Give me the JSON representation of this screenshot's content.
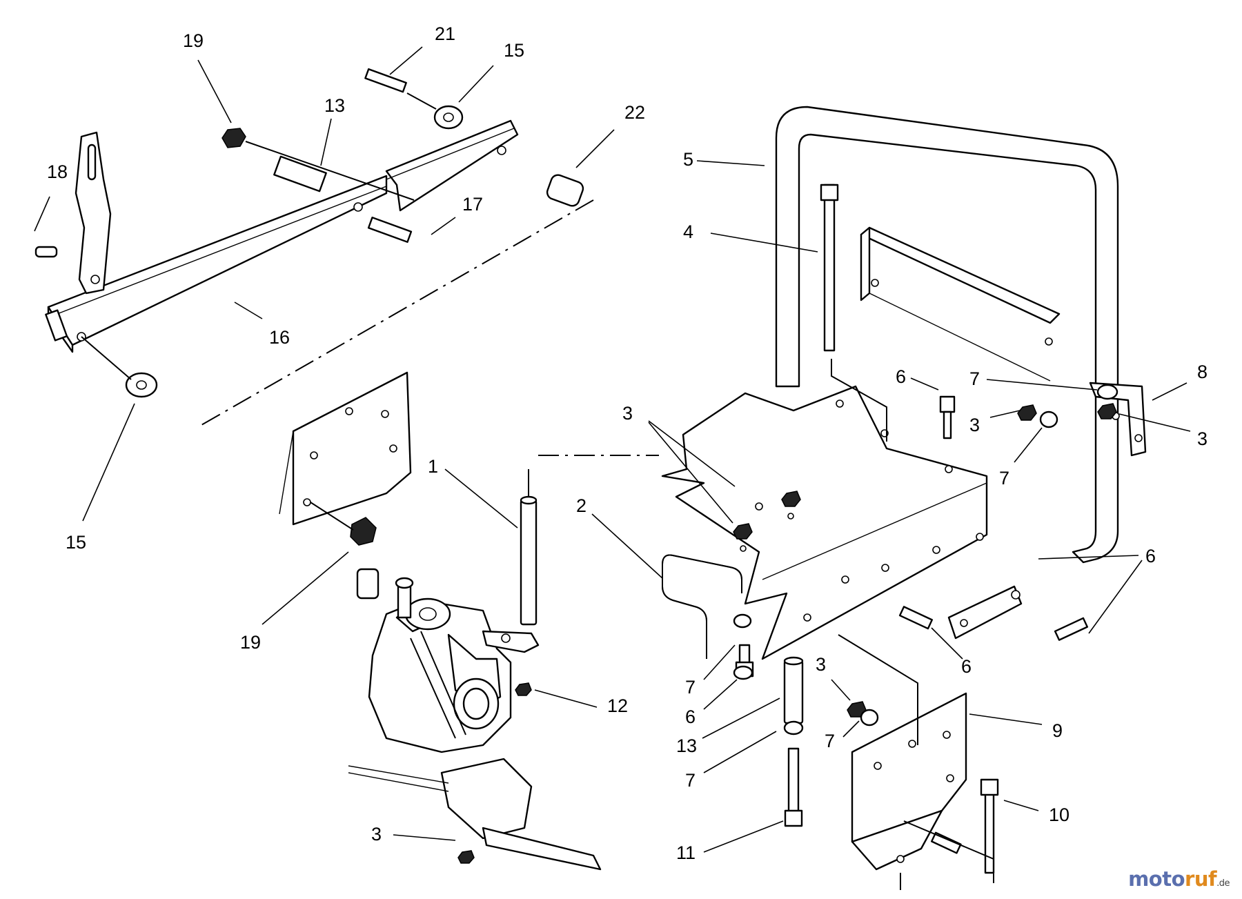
{
  "labels": {
    "l19a": "19",
    "l21": "21",
    "l15a": "15",
    "l13a": "13",
    "l22": "22",
    "l18": "18",
    "l17": "17",
    "l16": "16",
    "l15b": "15",
    "l19b": "19",
    "l1": "1",
    "l2": "2",
    "l3a": "3",
    "l3b": "3",
    "l3c": "3",
    "l3d": "3",
    "l3e": "3",
    "l4": "4",
    "l5": "5",
    "l6a": "6",
    "l6b": "6",
    "l6c": "6",
    "l6d": "6",
    "l7a": "7",
    "l7b": "7",
    "l7c": "7",
    "l7d": "7",
    "l7e": "7",
    "l8": "8",
    "l9": "9",
    "l10": "10",
    "l11": "11",
    "l12": "12",
    "l13b": "13"
  },
  "watermark": {
    "moto": "moto",
    "ruf": "ruf",
    "de": ".de"
  }
}
